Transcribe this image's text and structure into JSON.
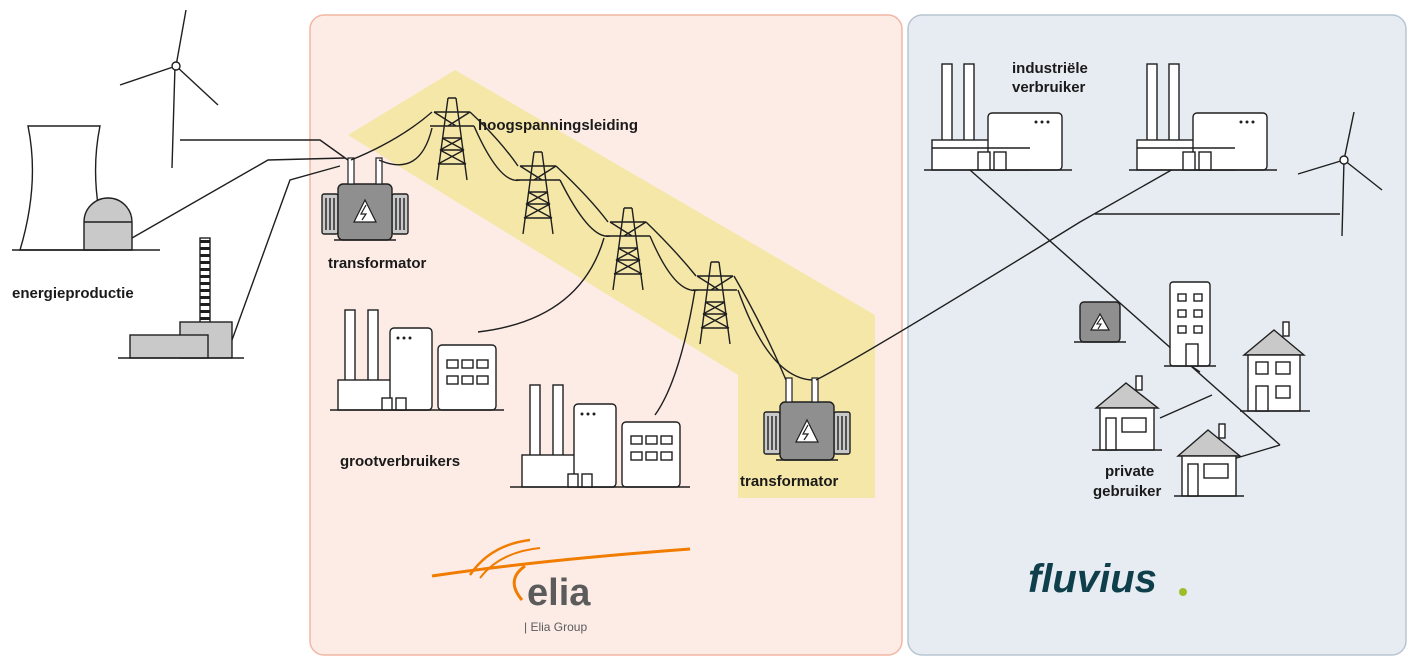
{
  "labels": {
    "energy_production": "energieproductie",
    "transformer_top": "transformator",
    "high_voltage_line": "hoogspanningsleiding",
    "large_consumers": "grootverbruikers",
    "transformer_bottom": "transformator",
    "industrial_consumer_1": "industriële",
    "industrial_consumer_2": "verbruiker",
    "private_user_1": "private",
    "private_user_2": "gebruiker"
  },
  "logos": {
    "elia_name": "elia",
    "elia_group": "| Elia Group",
    "fluvius_name": "fluvius"
  },
  "colors": {
    "elia_panel": "#fdece6",
    "elia_panel_border": "#f2b6a4",
    "fluvius_panel": "#e6ecf1",
    "fluvius_panel_border": "#b7c5d1",
    "highlight": "#f5e7a8",
    "elia_orange": "#f07c00",
    "elia_grey": "#5b5b5b",
    "fluvius_teal": "#0f3f4b",
    "fluvius_dot": "#9bbe2a"
  }
}
